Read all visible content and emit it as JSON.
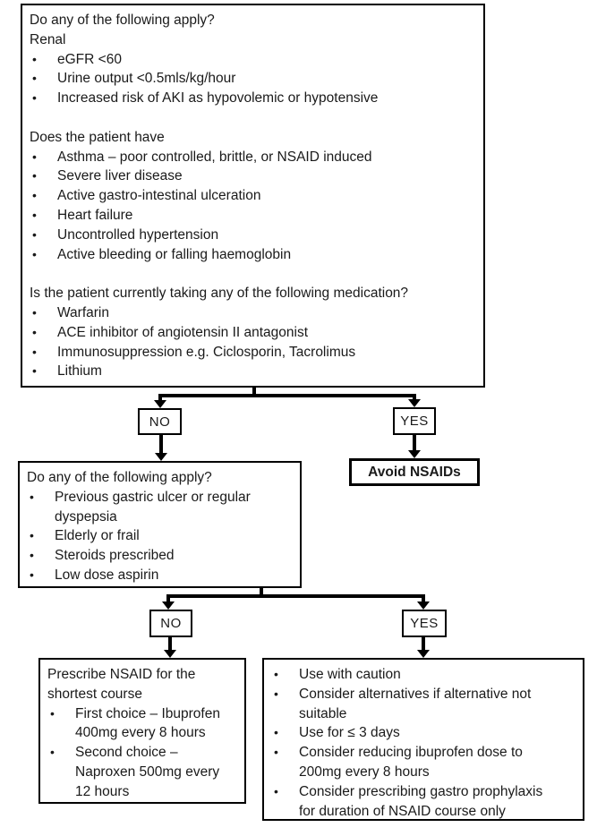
{
  "colors": {
    "background": "#ffffff",
    "line": "#000000",
    "text": "#1a1a1a"
  },
  "flowchart": {
    "screening": {
      "title": "Do any of the following apply?",
      "sections": [
        {
          "heading": "Renal",
          "items": [
            "eGFR <60",
            "Urine output <0.5mls/kg/hour",
            "Increased risk of AKI as hypovolemic or hypotensive"
          ]
        },
        {
          "heading": "Does the patient have",
          "items": [
            "Asthma – poor controlled, brittle, or NSAID induced",
            "Severe liver disease",
            "Active gastro-intestinal ulceration",
            "Heart failure",
            "Uncontrolled hypertension",
            "Active bleeding or falling haemoglobin"
          ]
        },
        {
          "heading": "Is the patient currently taking any of the following medication?",
          "items": [
            "Warfarin",
            "ACE inhibitor of angiotensin II antagonist",
            "Immunosuppression e.g. Ciclosporin, Tacrolimus",
            "Lithium"
          ]
        }
      ]
    },
    "decision1": {
      "no": "NO",
      "yes": "YES"
    },
    "avoid": {
      "label": "Avoid NSAIDs"
    },
    "risk": {
      "title": "Do any of the following apply?",
      "items": [
        "Previous gastric ulcer or regular dyspepsia",
        "Elderly or frail",
        "Steroids prescribed",
        "Low dose aspirin"
      ]
    },
    "decision2": {
      "no": "NO",
      "yes": "YES"
    },
    "prescribe": {
      "title": "Prescribe NSAID for the shortest course",
      "items": [
        "First choice – Ibuprofen 400mg every 8 hours",
        "Second choice – Naproxen 500mg every 12 hours"
      ]
    },
    "caution": {
      "items": [
        "Use with caution",
        "Consider alternatives if alternative not suitable",
        "Use for ≤ 3 days",
        "Consider reducing ibuprofen dose to 200mg every 8 hours",
        "Consider prescribing gastro prophylaxis for duration of NSAID course only"
      ]
    }
  }
}
